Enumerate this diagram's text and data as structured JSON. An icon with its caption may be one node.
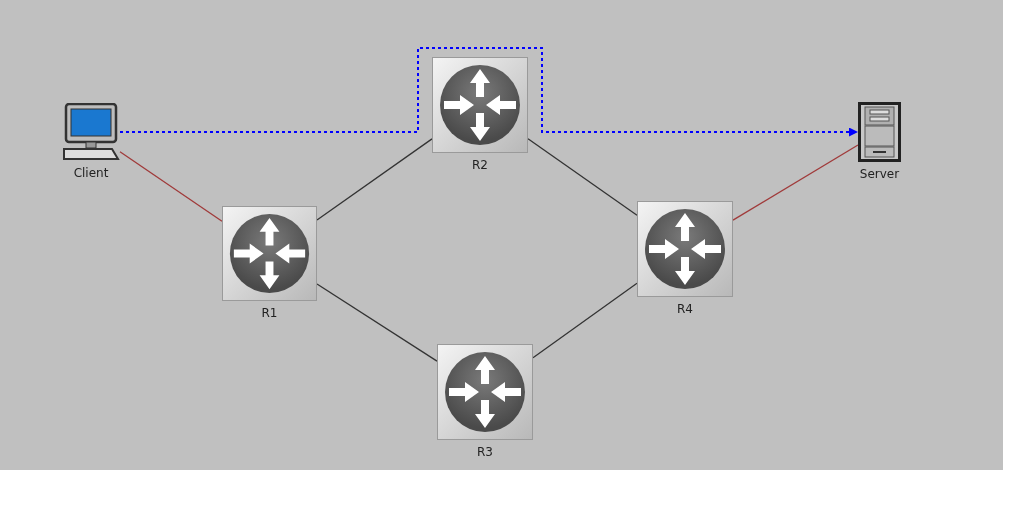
{
  "diagram": {
    "nodes": [
      {
        "text": [
          "Client"
        ]
      },
      {
        "text": [
          "R1"
        ]
      },
      {
        "text": [
          "R2"
        ]
      },
      {
        "text": [
          "R3"
        ]
      },
      {
        "text": [
          "R4"
        ]
      },
      {
        "text": [
          "Server"
        ]
      }
    ],
    "edges": [
      {
        "from": 0,
        "to": 1,
        "arrow": "none",
        "color": "#a03a3a"
      },
      {
        "from": 1,
        "to": 2,
        "arrow": "none"
      },
      {
        "from": 2,
        "to": 4,
        "arrow": "none"
      },
      {
        "from": 1,
        "to": 3,
        "arrow": "none"
      },
      {
        "from": 3,
        "to": 4,
        "arrow": "none"
      },
      {
        "from": 4,
        "to": 5,
        "arrow": "none",
        "color": "#a03a3a"
      },
      {
        "from": 0,
        "to": 5,
        "arrow": "to",
        "style": "dashed",
        "color": "#0000ff"
      }
    ]
  }
}
